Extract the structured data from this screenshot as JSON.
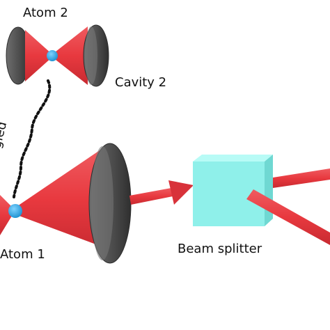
{
  "labels": {
    "atom2": "Atom 2",
    "cavity2": "Cavity 2",
    "atom1": "Atom 1",
    "beam_splitter": "Beam splitter",
    "entangled_fragment": "tangled"
  },
  "colors": {
    "beam": "#e8393f",
    "beam_dark": "#b8222a",
    "mirror": "#5f5f5f",
    "mirror_dark": "#3a3a3a",
    "atom": "#2aa7e6",
    "beam_splitter": "#8ff0ea",
    "entanglement_link": "#111111"
  }
}
